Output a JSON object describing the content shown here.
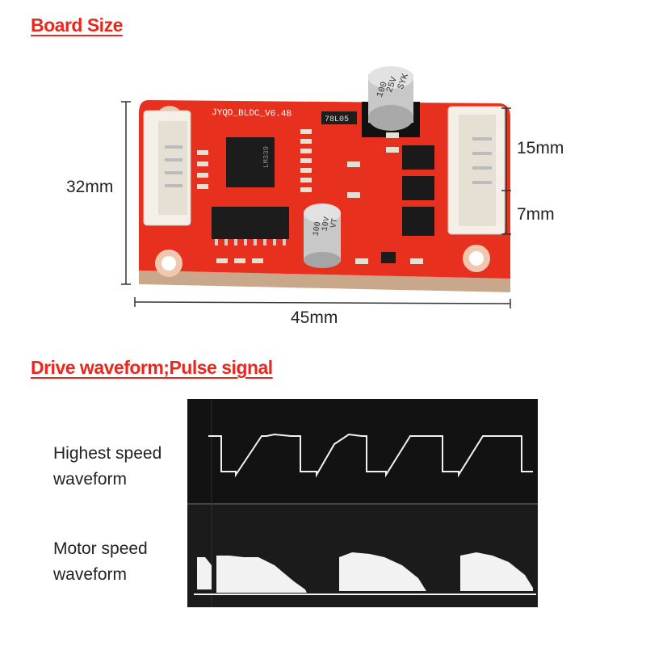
{
  "headings": {
    "board_size": "Board Size",
    "drive_waveform": "Drive waveform;Pulse signal"
  },
  "board": {
    "silkscreen": "JYQD_BLDC_V6.4B",
    "regulator_marking": "78L05",
    "cap_large_marking": [
      "100",
      "25V",
      "SYK"
    ],
    "cap_small_marking": [
      "100",
      "10V",
      "VT"
    ],
    "chip_marking": "LM339"
  },
  "dimensions": {
    "height": "32mm",
    "width": "45mm",
    "connector_pitch_top": "15mm",
    "connector_pitch_bottom": "7mm"
  },
  "waveforms": {
    "highest_speed_label_line1": "Highest speed",
    "highest_speed_label_line2": "waveform",
    "motor_speed_label_line1": "Motor speed",
    "motor_speed_label_line2": "waveform"
  },
  "colors": {
    "heading": "#e8281e",
    "pcb": "#e8301f",
    "scope_bg": "#111111",
    "trace": "#f2f2f2"
  }
}
